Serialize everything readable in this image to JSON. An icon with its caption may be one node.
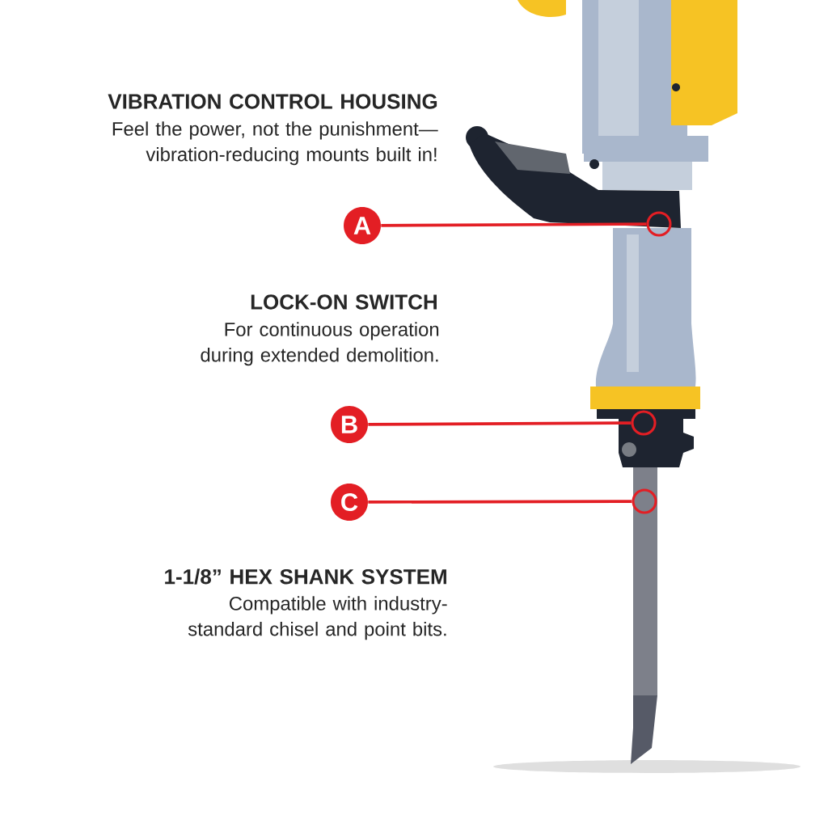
{
  "diagram": {
    "nodes": [
      {
        "text": [
          "A"
        ]
      },
      {
        "text": [],
        "shape": "circle"
      },
      {
        "text": [
          "B"
        ]
      },
      {
        "text": [],
        "shape": "circle"
      },
      {
        "text": [
          "C"
        ]
      },
      {
        "text": [],
        "shape": "circle"
      }
    ],
    "edges": [
      {
        "from": 0,
        "to": 1,
        "arrow": "none"
      },
      {
        "from": 2,
        "to": 3,
        "arrow": "none"
      },
      {
        "from": 4,
        "to": 5,
        "arrow": "none"
      }
    ],
    "labels": [
      "VIBRATION CONTROL HOUSING",
      "Feel the power, not the punishment—vibration-reducing mounts built in!",
      "LOCK-ON SWITCH",
      "For continuous operation during extended demolition.",
      "1-1/8” HEX SHANK SYSTEM",
      "Compatible with industry-standard chisel and point bits."
    ]
  }
}
